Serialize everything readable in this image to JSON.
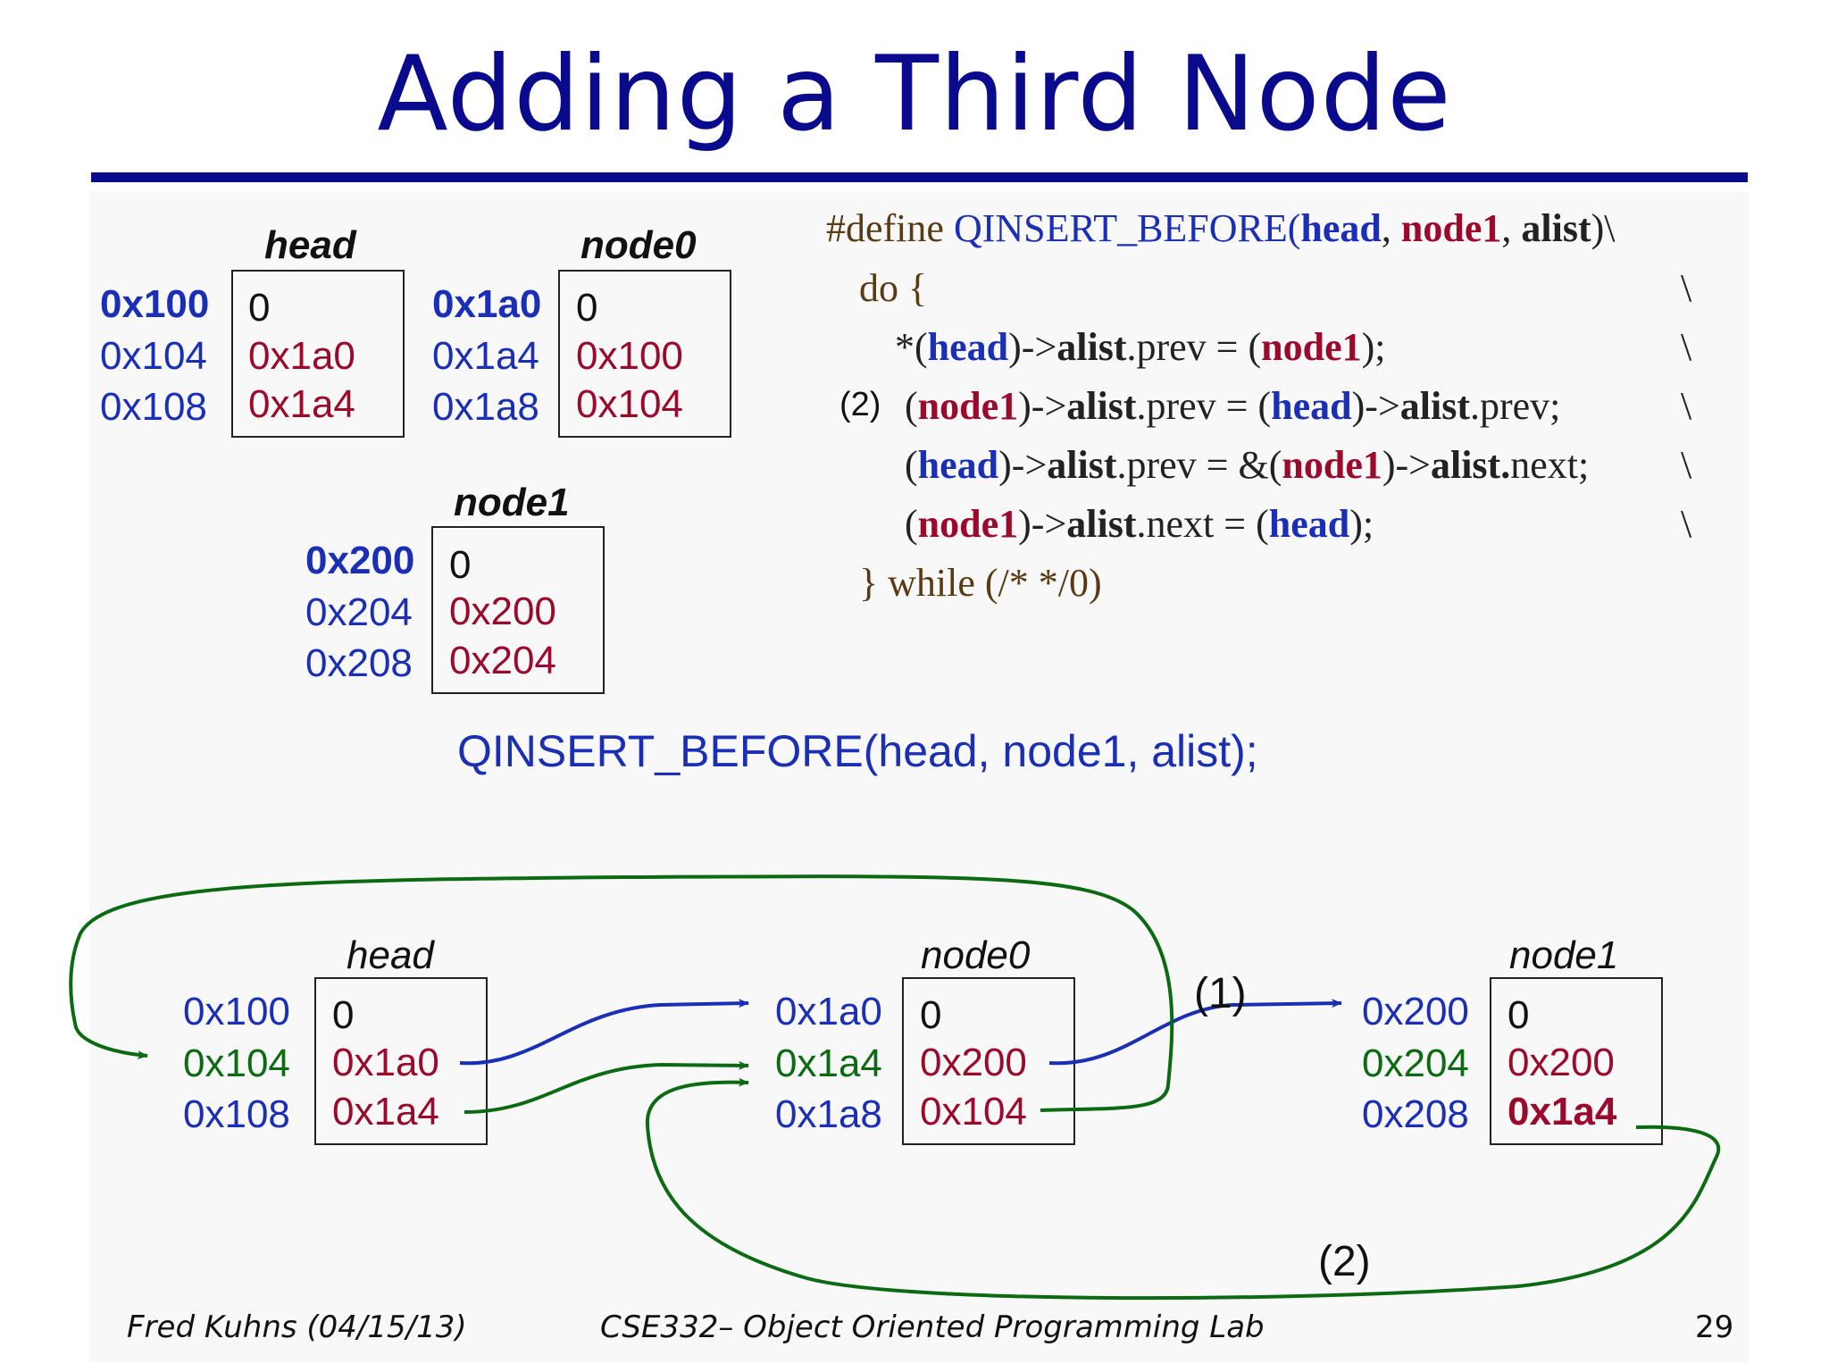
{
  "title": "Adding a Third Node",
  "top_memory": {
    "head": {
      "label": "head",
      "addrs": [
        "0x100",
        "0x104",
        "0x108"
      ],
      "vals": [
        "0",
        "0x1a0",
        "0x1a4"
      ]
    },
    "node0": {
      "label": "node0",
      "addrs": [
        "0x1a0",
        "0x1a4",
        "0x1a8"
      ],
      "vals": [
        "0",
        "0x100",
        "0x104"
      ]
    },
    "node1": {
      "label": "node1",
      "addrs": [
        "0x200",
        "0x204",
        "0x208"
      ],
      "vals": [
        "0",
        "0x200",
        "0x204"
      ]
    }
  },
  "macro": {
    "l1": {
      "t1": "#define ",
      "t2": "QINSERT_BEFORE(",
      "t3": "head",
      "t4": ", ",
      "t5": "node1",
      "t6": ", ",
      "t7": "alist",
      "t8": ")\\"
    },
    "l2": {
      "t1": "do {",
      "bs": "\\"
    },
    "l3": {
      "t1": "*(",
      "t2": "head",
      "t3": ")->",
      "t4": "alist",
      "t5": ".prev = (",
      "t6": "node1",
      "t7": ");",
      "bs": "\\"
    },
    "l4": {
      "mark": "(2)",
      "t1": "(",
      "t2": "node1",
      "t3": ")->",
      "t4": "alist",
      "t5": ".prev = (",
      "t6": "head",
      "t7": ")->",
      "t8": "alist",
      "t9": ".prev;",
      "bs": "\\"
    },
    "l5": {
      "t1": "(",
      "t2": "head",
      "t3": ")->",
      "t4": "alist",
      "t5": ".prev  = &(",
      "t6": "node1",
      "t7": ")->",
      "t8": "alist.",
      "t9": "next;",
      "bs": "\\"
    },
    "l6": {
      "t1": "(",
      "t2": "node1",
      "t3": ")->",
      "t4": "alist",
      "t5": ".next = (",
      "t6": "head",
      "t7": ");",
      "bs": "\\"
    },
    "l7": {
      "t1": "} while (/* */0)"
    }
  },
  "call": "QINSERT_BEFORE(head, node1, alist);",
  "bottom_memory": {
    "head": {
      "label": "head",
      "addrs": [
        "0x100",
        "0x104",
        "0x108"
      ],
      "vals": [
        "0",
        "0x1a0",
        "0x1a4"
      ]
    },
    "node0": {
      "label": "node0",
      "addrs": [
        "0x1a0",
        "0x1a4",
        "0x1a8"
      ],
      "vals": [
        "0",
        "0x200",
        "0x104"
      ]
    },
    "node1": {
      "label": "node1",
      "addrs": [
        "0x200",
        "0x204",
        "0x208"
      ],
      "vals": [
        "0",
        "0x200",
        "0x1a4"
      ]
    }
  },
  "step_labels": {
    "one": "(1)",
    "two": "(2)"
  },
  "colors": {
    "title": "#0a0a8c",
    "blue": "#1a2fb5",
    "red": "#9b0a2c",
    "green": "#0c6a12",
    "brown": "#5a3a12"
  },
  "footer": {
    "author": "Fred Kuhns (04/15/13)",
    "course": "CSE332– Object Oriented Programming Lab",
    "page": "29"
  }
}
